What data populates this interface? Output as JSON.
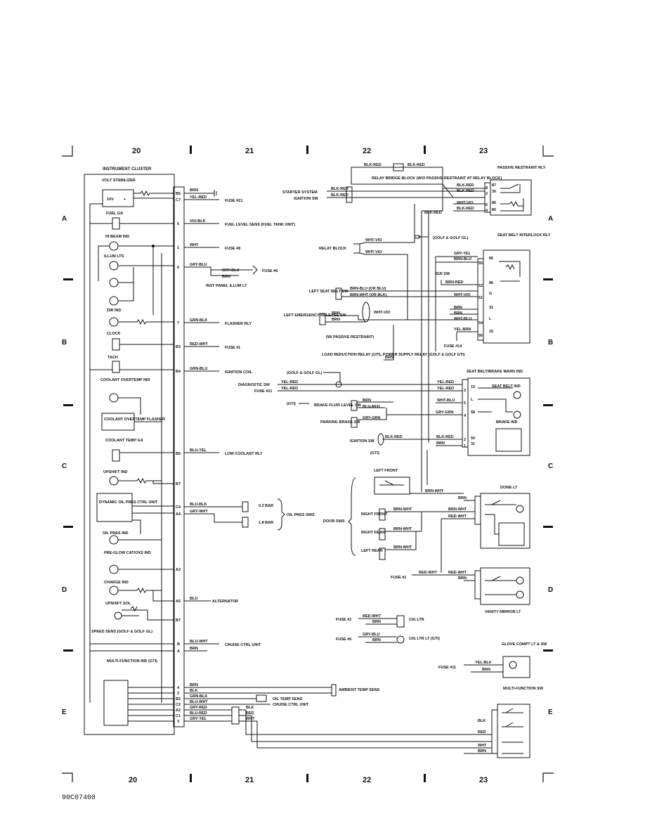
{
  "grid": {
    "columns": [
      "20",
      "21",
      "22",
      "23"
    ],
    "rows": [
      "A",
      "B",
      "C",
      "D",
      "E"
    ]
  },
  "footer_code": "90C07408",
  "cluster": {
    "title": "INSTRUMENT CLUSTER",
    "volt_stabilizer": "VOLT STABILIZER",
    "v10": "10V",
    "plus": "+",
    "fuel_ga": "FUEL GA",
    "hi_beam": "HI BEAM IND",
    "illum": "ILLUM LTS",
    "dir": "DIR IND",
    "clock": "CLOCK",
    "tach": "TACH",
    "coolant_overtemp_ind": "COOLANT OVERTEMP IND",
    "coolant_overtemp_flasher": "COOLANT OVERTEMP FLASHER",
    "coolant_temp_ga": "COOLANT TEMP GA",
    "upshift_ind": "UPSHIFT IND",
    "dynamic_oil": "DYNAMIC OIL PRES CTRL UNIT",
    "oil_pres_ind": "OIL PRES IND",
    "preglow": "PRE-GLOW CAT/OXS IND",
    "charge_ind": "CHARGE IND",
    "upshift_sol": "UPSHIFT SOL",
    "speed_sens": "SPEED SENS (GOLF & GOLF GL)",
    "multi_function": "MULTI-FUNCTION IND (GTI)"
  },
  "pins": [
    "B5",
    "C7",
    "6",
    "1",
    "6",
    "7",
    "B3",
    "B4",
    "B6",
    "B7",
    "C4",
    "A4",
    "A3",
    "A5",
    "B7",
    "B",
    "A",
    "4",
    "2",
    "B2",
    "C2",
    "A2",
    "C1",
    "3"
  ],
  "wires": {
    "brn": "BRN",
    "yel_red": "YEL-RED",
    "vio_blk": "VIO-BLK",
    "wht": "WHT",
    "gry_blu": "GRY-BLU",
    "grn_blk": "GRN-BLK",
    "red_wht": "RED-WHT",
    "grn_blu": "GRN-BLU",
    "blu_yel": "BLU-YEL",
    "blu_blk": "BLU-BLK",
    "gry_wht": "GRY-WHT",
    "blu": "BLU",
    "blu_wht": "BLU-WHT",
    "blk": "BLK",
    "blu_red": "BLU-RED",
    "gry_grn": "GRY-GRN",
    "blk_red": "BLK-RED",
    "wht_vio": "WHT-VIO",
    "gry_yel": "GRY-YEL",
    "brn_blu": "BRN-BLU",
    "brn_red": "BRN-RED",
    "wht_blu": "WHT-BLU",
    "yel_brn": "YEL-BRN",
    "brn_wht": "BRN-WHT",
    "gry_red": "GRY-RED",
    "red": "RED",
    "yel_blk": "YEL-BLK",
    "brn_blu_or_blu": "BRN-BLU (OR BLU)",
    "brn_wht_or_blk": "BRN-WHT (OR BLK)"
  },
  "labels": {
    "fuse21": "FUSE #21",
    "fuel_level": "FUEL LEVEL SENS (FUEL TANK UNIT)",
    "fuse8": "FUSE #8",
    "fuse6": "FUSE #6",
    "inst_panel": "INST PANEL ILLUM LT",
    "flasher": "FLASHER RLY",
    "fuse1": "FUSE #1",
    "ignition_coil": "IGNITION COIL",
    "low_coolant": "LOW COOLANT RLY",
    "bar03": "0.3 BAR",
    "bar18": "1.8 BAR",
    "oil_pres_sws": "OIL PRES SWS",
    "alternator": "ALTERNATOR",
    "cruise": "CRUISE CTRL UNIT",
    "ambient": "AMBIENT TEMP SENS",
    "oil_temp": "OIL TEMP SENS",
    "relay_bridge": "RELAY BRIDGE BLOCK (W/O PASSIVE RESTRAINT AT RELAY BLOCK)",
    "starter_sys": "STARTER SYSTEM",
    "ignition_sw": "IGNITION SW",
    "passive_rly": "PASSIVE RESTRAINT RLY",
    "golf_gl": "(GOLF & GOLF GL)",
    "relay_block": "RELAY BLOCK",
    "seat_belt_rly": "SEAT BELT INTERLOCK RLY",
    "ign_sw": "IGN SW",
    "left_seat_belt": "LEFT SEAT BELT SW",
    "left_emerg": "LEFT EMERGENCY RELEASE SW",
    "w_passive": "(W/ PASSIVE RESTRAINT)",
    "fuse14": "FUSE #14",
    "load_reduction": "LOAD REDUCTION RELAY (GTI), POWER SUPPLY RELAY (GOLF & GOLF GTI)",
    "warn_ind": "SEAT BELT/BRAKE WARN IND",
    "golf_gl2": "(GOLF & GOLF GL)",
    "diag_sw": "DIAGNOSTIC SW",
    "fuse21b": "FUSE #21",
    "gti": "(GTI)",
    "brake_fluid": "BRAKE FLUID LEVEL SW",
    "parking": "PARKING BRAKE SW",
    "ignition_sw2": "IGNITION SW",
    "gti2": "(GTI)",
    "seat_belt_ind": "SEAT BELT IND",
    "brake_ind": "BRAKE IND",
    "left_front": "LEFT FRONT",
    "right_front": "RIGHT FRONT",
    "right_rear": "RIGHT REAR",
    "left_rear": "LEFT REAR",
    "door_sws": "DOOR SWS",
    "dome": "DOME LT",
    "fuse1b": "FUSE #1",
    "vanity": "VANITY MIRROR LT",
    "fuse1c": "FUSE #1",
    "cig_ltr": "CIG LTR",
    "fuse6b": "FUSE #6",
    "cig_ltr_gti": "CIG LTR LT (GTI)",
    "glove": "GLOVE COMPT LT & SW",
    "fuse11": "FUSE #11",
    "multi_sw": "MULTI-FUNCTION SW"
  },
  "connector_pins": {
    "passive": [
      "87",
      "30",
      "86",
      "85"
    ],
    "passive_side": [
      "8",
      "2",
      "6",
      "4"
    ],
    "seatbelt": [
      "85",
      "86",
      "G",
      "31",
      "L",
      "15"
    ],
    "seatbelt_side": [
      "55",
      "52",
      "51",
      "54",
      "56"
    ],
    "warn": [
      "15",
      "L",
      "58",
      "50",
      "31"
    ],
    "warn_side": [
      "3",
      "5",
      "4",
      "2",
      "1"
    ]
  }
}
